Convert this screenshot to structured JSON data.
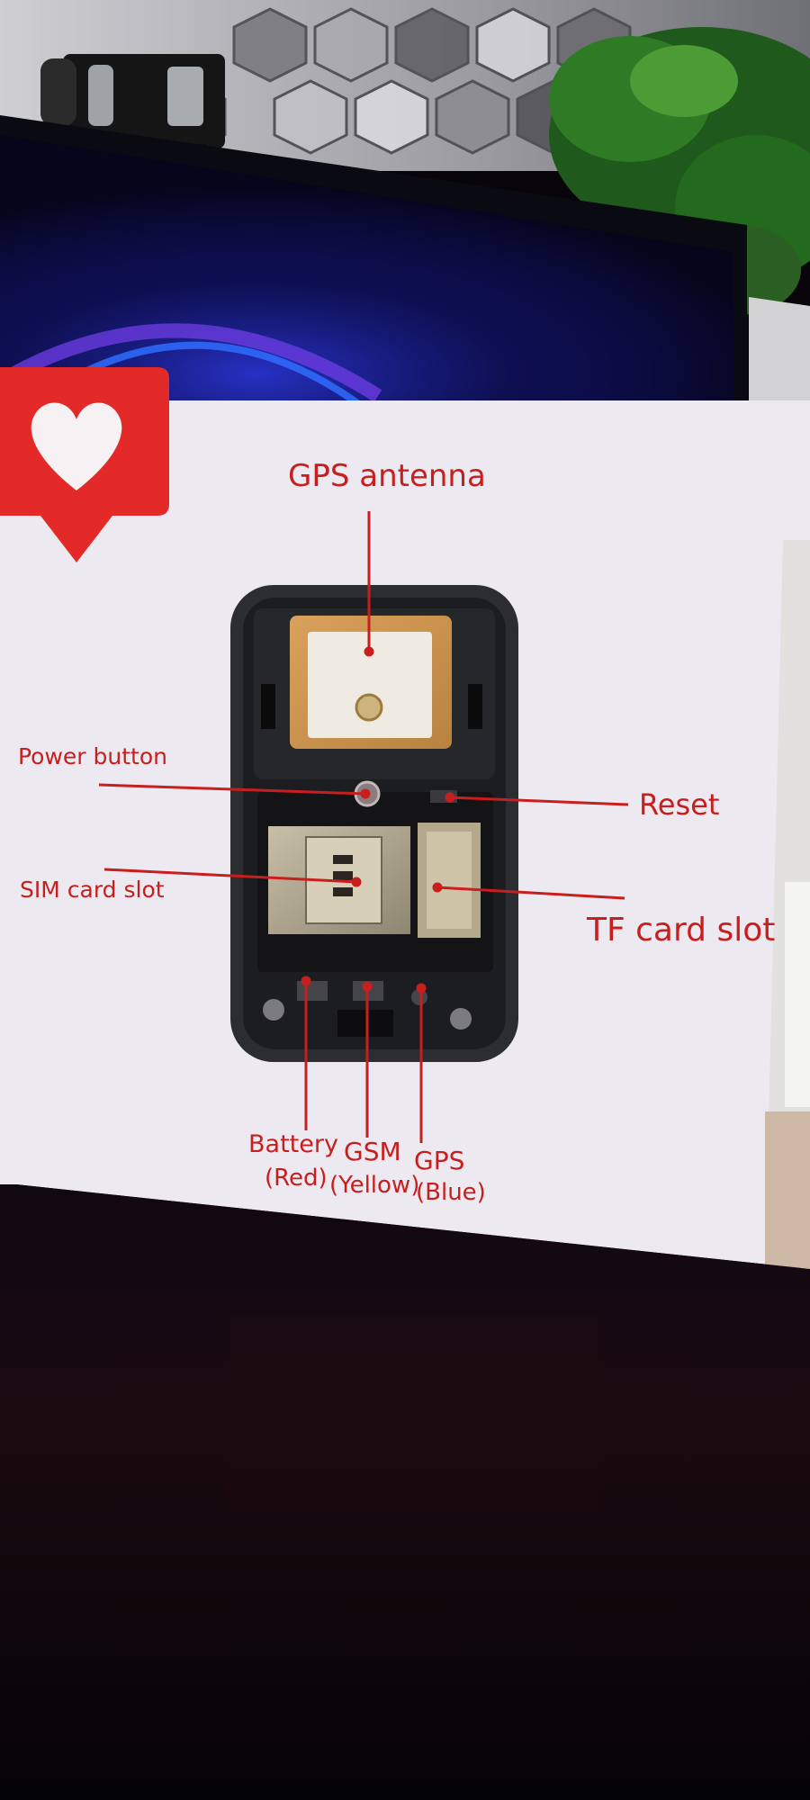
{
  "slide": {
    "background": "#eceaf0",
    "accent": "#c81e1e",
    "labels": {
      "gps_antenna": "GPS antenna",
      "power_button": "Power button",
      "reset": "Reset",
      "sim_card_slot": "SIM card slot",
      "tf_card_slot": "TF card slot",
      "battery": "Battery",
      "battery_color": "(Red)",
      "gsm": "GSM",
      "gsm_color": "(Yellow)",
      "gps": "GPS",
      "gps_color": "(Blue)"
    }
  },
  "icons": {
    "badge": "heart-icon"
  }
}
